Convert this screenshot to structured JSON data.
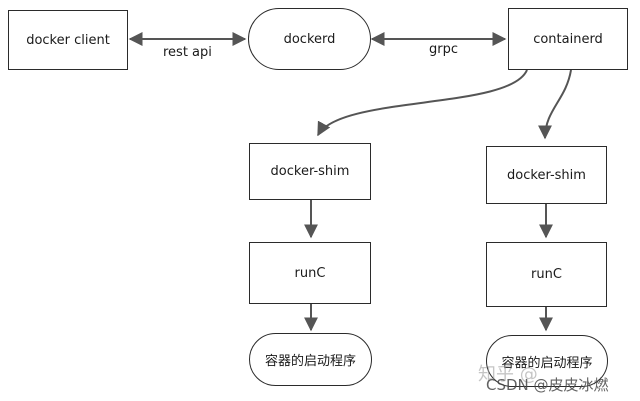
{
  "nodes": {
    "docker_client": "docker client",
    "dockerd": "dockerd",
    "containerd": "containerd",
    "shim_left": "docker-shim",
    "shim_right": "docker-shim",
    "runc_left": "runC",
    "runc_right": "runC",
    "process_left": "容器的启动程序",
    "process_right": "容器的启动程序"
  },
  "edges": {
    "rest_api": "rest api",
    "grpc": "grpc"
  },
  "watermarks": {
    "zhihu": "知乎 @",
    "csdn": "CSDN @皮皮冰燃"
  },
  "colors": {
    "line": "#555555",
    "border": "#2b2b2b",
    "text": "#1a1a1a"
  }
}
